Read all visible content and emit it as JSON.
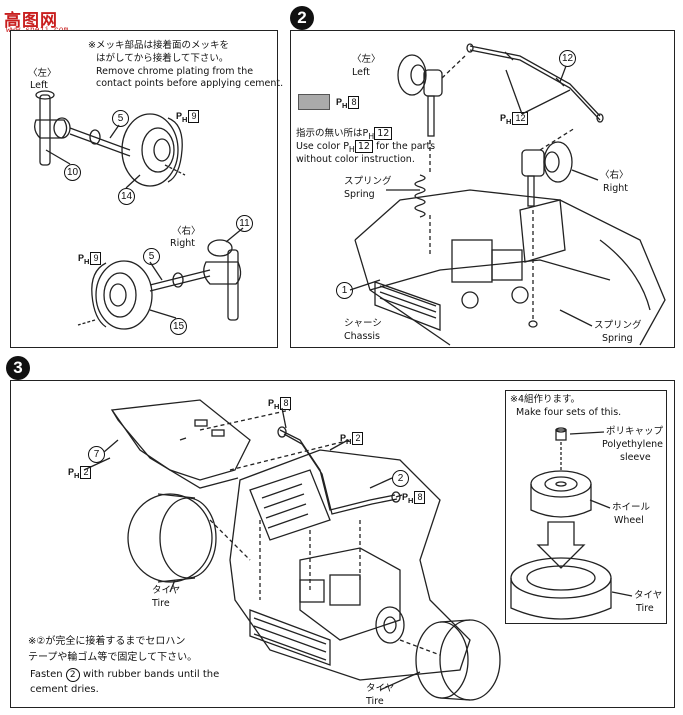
{
  "watermark": {
    "logo": "高图网",
    "site": "www.sheji.com"
  },
  "step1": {
    "note_jp": "※メッキ部品は接着面のメッキを",
    "note_jp2": "はがしてから接着して下さい。",
    "note_en": "Remove chrome plating from the",
    "note_en2": "contact points before applying cement.",
    "left_jp": "〈左〉",
    "left_en": "Left",
    "right_jp": "〈右〉",
    "right_en": "Right",
    "parts": [
      "5",
      "10",
      "14",
      "5",
      "11",
      "15"
    ],
    "ph_a": "9",
    "ph_b": "9"
  },
  "step2": {
    "num": "2",
    "left_jp": "〈左〉",
    "left_en": "Left",
    "right_jp": "〈右〉",
    "right_en": "Right",
    "ph_swatch": "8",
    "ph_top": "12",
    "part_12": "12",
    "part_1": "1",
    "note_jp": "指示の無い所は",
    "note_jp_ph": "12",
    "note_en1": "Use color",
    "note_en1_ph": "12",
    "note_en1b": "for the parts",
    "note_en2": "without color instruction.",
    "spring_jp": "スプリング",
    "spring_en": "Spring",
    "spring2_jp": "スプリング",
    "spring2_en": "Spring",
    "chassis_jp": "シャーシ",
    "chassis_en": "Chassis"
  },
  "step3": {
    "num": "3",
    "ph_8a": "8",
    "ph_2a": "2",
    "ph_2b": "2",
    "ph_8b": "8",
    "part_7": "7",
    "part_2": "2",
    "tire_left_jp": "タイヤ",
    "tire_left_en": "Tire",
    "tire_bottom_jp": "タイヤ",
    "tire_bottom_en": "Tire",
    "note_jp1": "※②が完全に接着するまでセロハン",
    "note_jp2": "テープや輪ゴム等で固定して下さい。",
    "note_en1a": "Fasten",
    "note_en1_part": "2",
    "note_en1b": "with rubber bands until the",
    "note_en2": "cement dries.",
    "inset": {
      "make_jp": "※4組作ります。",
      "make_en": "Make four sets of this.",
      "poly_jp": "ポリキャップ",
      "poly_en1": "Polyethylene",
      "poly_en2": "sleeve",
      "wheel_jp": "ホイール",
      "wheel_en": "Wheel",
      "tire_jp": "タイヤ",
      "tire_en": "Tire"
    }
  }
}
